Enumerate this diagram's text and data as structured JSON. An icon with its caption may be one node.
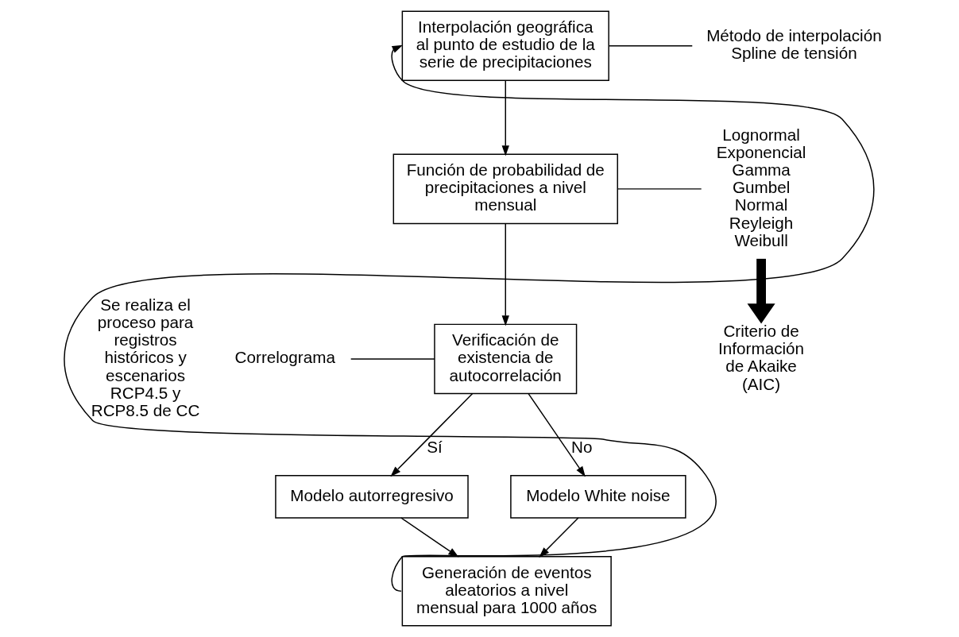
{
  "diagram": {
    "nodes": [
      {
        "text": [
          "Interpolación geográfica al punto de estudio de la serie de precipitaciones"
        ]
      },
      {
        "text": [
          "Método de interpolación Spline de tensión"
        ]
      },
      {
        "text": [
          "Función de probabilidad de precipitaciones a nivel mensual"
        ]
      },
      {
        "text": [
          "Lognormal",
          "Exponencial",
          "Gamma",
          "Gumbel",
          "Normal",
          "Reyleigh",
          "Weibull"
        ]
      },
      {
        "text": [
          "Criterio de Información de Akaike (AIC)"
        ]
      },
      {
        "text": [
          "Verificación de existencia de autocorrelación"
        ]
      },
      {
        "text": [
          "Correlograma"
        ]
      },
      {
        "text": [
          "Modelo autorregresivo"
        ]
      },
      {
        "text": [
          "Modelo White noise"
        ]
      },
      {
        "text": [
          "Generación de eventos aleatorios a nivel mensual para 1000 años"
        ]
      }
    ],
    "edges": [
      {
        "from": 0,
        "to": 1,
        "arrow": "none"
      },
      {
        "from": 0,
        "to": 2,
        "arrow": "to"
      },
      {
        "from": 2,
        "to": 3,
        "arrow": "none"
      },
      {
        "from": 3,
        "to": 4,
        "arrow": "to",
        "style": "thick"
      },
      {
        "from": 2,
        "to": 5,
        "arrow": "to"
      },
      {
        "from": 6,
        "to": 5,
        "arrow": "none"
      },
      {
        "from": 5,
        "to": 7,
        "arrow": "to",
        "label": "Sí"
      },
      {
        "from": 5,
        "to": 8,
        "arrow": "to",
        "label": "No"
      },
      {
        "from": 7,
        "to": 9,
        "arrow": "to"
      },
      {
        "from": 8,
        "to": 9,
        "arrow": "to"
      },
      {
        "from": 9,
        "to": 0,
        "arrow": "to",
        "label": "Se realiza el proceso para registros históricos y escenarios RCP4.5 y RCP8.5 de CC"
      }
    ]
  }
}
